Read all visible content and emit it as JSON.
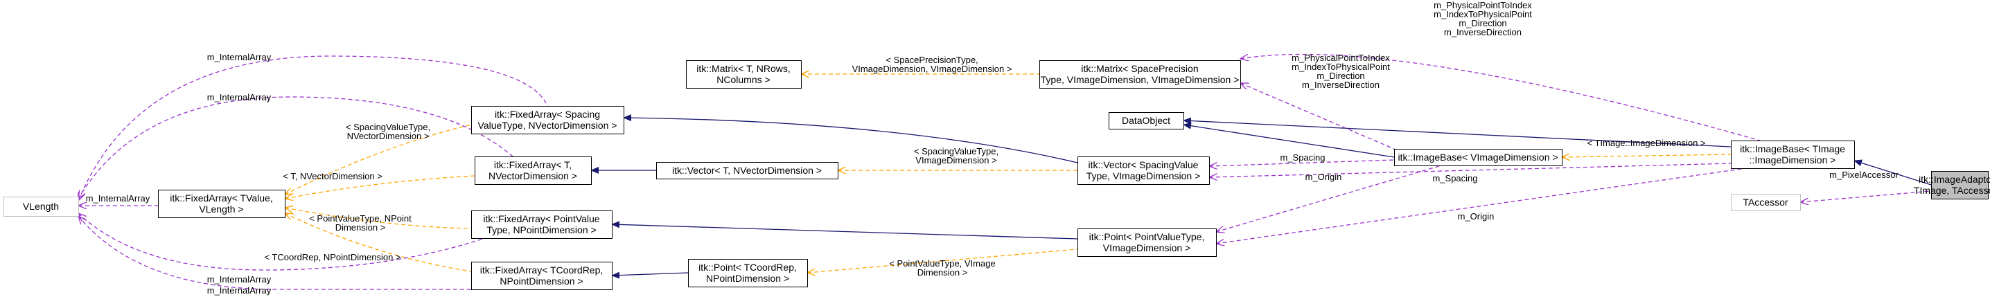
{
  "colors": {
    "inheritance": "#191970",
    "member": "#9a32cd",
    "template": "#ffa500",
    "node_border": "#000000",
    "external_border": "#bfbfbf",
    "highlight_fill": "#bfbfbf",
    "external_text": "#808080"
  },
  "nodes": {
    "vlength": {
      "lines": [
        "VLength"
      ]
    },
    "fixedarray_tvalue": {
      "lines": [
        "itk::FixedArray< TValue,",
        "VLength >"
      ]
    },
    "fixedarray_spacing": {
      "lines": [
        "itk::FixedArray< Spacing",
        "ValueType, NVectorDimension >"
      ]
    },
    "fixedarray_t": {
      "lines": [
        "itk::FixedArray< T,",
        "NVectorDimension >"
      ]
    },
    "fixedarray_pointvalue": {
      "lines": [
        "itk::FixedArray< PointValue",
        "Type, NPointDimension >"
      ]
    },
    "fixedarray_tcoordrep": {
      "lines": [
        "itk::FixedArray< TCoordRep,",
        "NPointDimension >"
      ]
    },
    "matrix_t": {
      "lines": [
        "itk::Matrix< T, NRows,",
        "NColumns >"
      ]
    },
    "vector_t": {
      "lines": [
        "itk::Vector< T, NVectorDimension >"
      ]
    },
    "point_tcoordrep": {
      "lines": [
        "itk::Point< TCoordRep,",
        "NPointDimension >"
      ]
    },
    "matrix_spacing": {
      "lines": [
        "itk::Matrix< SpacePrecision",
        "Type, VImageDimension, VImageDimension >"
      ]
    },
    "vector_spacing": {
      "lines": [
        "itk::Vector< SpacingValue",
        "Type, VImageDimension >"
      ]
    },
    "point_pointvalue": {
      "lines": [
        "itk::Point< PointValueType,",
        "VImageDimension >"
      ]
    },
    "dataobject": {
      "lines": [
        "DataObject"
      ]
    },
    "imagebase_v": {
      "lines": [
        "itk::ImageBase< VImageDimension >"
      ]
    },
    "imagebase_t": {
      "lines": [
        "itk::ImageBase< TImage",
        "::ImageDimension >"
      ]
    },
    "taccessor": {
      "lines": [
        "TAccessor"
      ]
    },
    "imageadaptor": {
      "lines": [
        "itk::ImageAdaptor<",
        "TImage, TAccessor >"
      ]
    }
  },
  "edge_labels": {
    "internal_array_1": [
      "m_InternalArray"
    ],
    "internal_array_2": [
      "m_InternalArray"
    ],
    "internal_array_3": [
      "m_InternalArray"
    ],
    "internal_array_4": [
      "m_InternalArray"
    ],
    "internal_array_5": [
      "m_InternalArray"
    ],
    "tpl_spacing_nvector": [
      "< SpacingValueType,",
      "NVectorDimension >"
    ],
    "tpl_t_nvector": [
      "< T, NVectorDimension >"
    ],
    "tpl_pointvalue_npoint": [
      "< PointValueType, NPoint",
      "Dimension >"
    ],
    "tpl_tcoordrep_npoint": [
      "< TCoordRep, NPointDimension >"
    ],
    "tpl_spaceprecision": [
      "< SpacePrecisionType,",
      "VImageDimension, VImageDimension >"
    ],
    "tpl_spacingvalue_vimage": [
      "< SpacingValueType,",
      "VImageDimension >"
    ],
    "tpl_pointvalue_vimage": [
      "< PointValueType, VImage",
      "Dimension >"
    ],
    "tpl_timage_dimension": [
      "< TImage::ImageDimension >"
    ],
    "members_top": [
      "m_PhysicalPointToIndex",
      "m_IndexToPhysicalPoint",
      "m_Direction",
      "m_InverseDirection"
    ],
    "members_mid": [
      "m_PhysicalPointToIndex",
      "m_IndexToPhysicalPoint",
      "m_Direction",
      "m_InverseDirection"
    ],
    "spacing_1": [
      "m_Spacing"
    ],
    "spacing_2": [
      "m_Spacing"
    ],
    "origin_1": [
      "m_Origin"
    ],
    "origin_2": [
      "m_Origin"
    ],
    "pixel_accessor": [
      "m_PixelAccessor"
    ]
  }
}
